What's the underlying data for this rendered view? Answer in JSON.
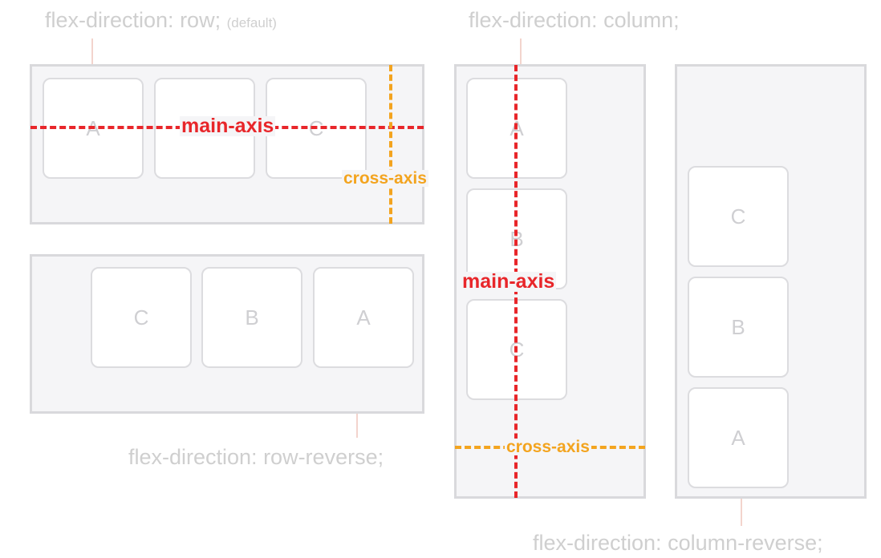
{
  "captions": {
    "row": "flex-direction: row;",
    "row_default": "(default)",
    "column": "flex-direction: column;",
    "row_reverse": "flex-direction: row-reverse;",
    "column_reverse": "flex-direction: column-reverse;"
  },
  "row": {
    "items": [
      "A",
      "B",
      "C"
    ],
    "main_axis": "main-axis",
    "cross_axis": "cross-axis"
  },
  "row_reverse": {
    "items": [
      "C",
      "B",
      "A"
    ]
  },
  "column": {
    "items": [
      "A",
      "B",
      "C"
    ],
    "main_axis": "main-axis",
    "cross_axis": "cross-axis"
  },
  "column_reverse": {
    "items": [
      "C",
      "B",
      "A"
    ]
  },
  "colors": {
    "main_axis": "#e8262a",
    "cross_axis": "#f3a41f",
    "caption": "#cfcfcf"
  }
}
